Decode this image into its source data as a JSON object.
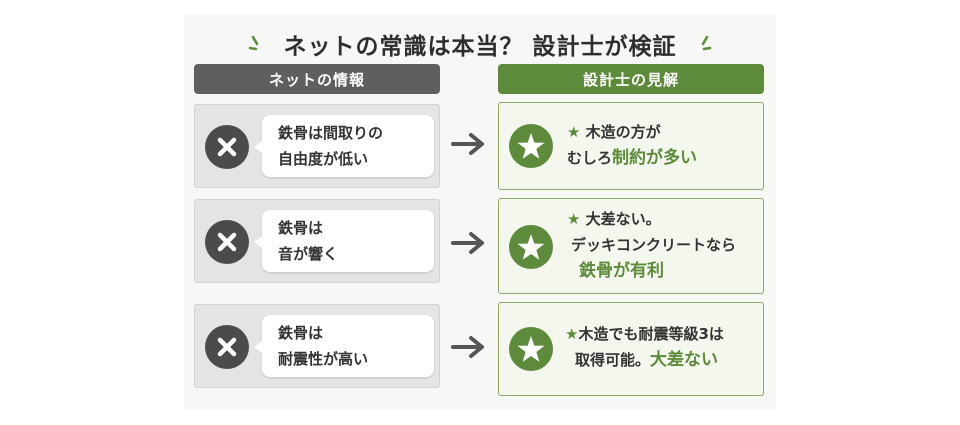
{
  "title": "ネットの常識は本当？ 設計士が検証",
  "headers": {
    "left": "ネットの情報",
    "right": "設計士の見解"
  },
  "rows": [
    {
      "left_line1": "鉄骨は間取りの",
      "left_line2": "自由度が低い",
      "right_line1_star": "★",
      "right_line1_rest": " 木造の方が",
      "right_line2_plain": "むしろ",
      "right_line2_green": "制約が多い"
    },
    {
      "left_line1": "鉄骨は",
      "left_line2": "音が響く",
      "right_line1_star": "★",
      "right_line1_rest": " 大差ない。",
      "right_line2_plain": "デッキコンクリートなら",
      "right_line3_green": "鉄骨が有利"
    },
    {
      "left_line1": "鉄骨は",
      "left_line2": "耐震性が高い",
      "right_line1_star": "★",
      "right_line1_rest": "木造でも耐震等級3は",
      "right_line2_plain": "取得可能。",
      "right_line2_green": "大差ない"
    }
  ],
  "colors": {
    "accent_green": "#5d8a3b",
    "header_gray": "#5f5f5f",
    "x_circle": "#4b4b4b"
  }
}
